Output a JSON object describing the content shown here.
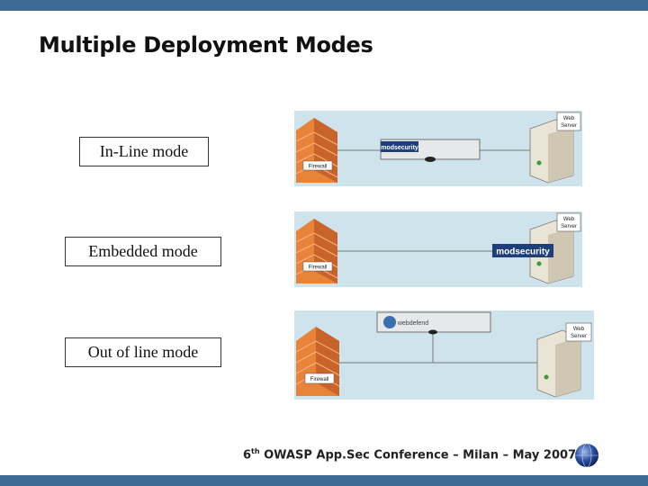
{
  "slide": {
    "title": "Multiple Deployment Modes",
    "footer": {
      "number": "6",
      "suffix": "th",
      "text": " OWASP App.Sec Conference – Milan – May 2007"
    }
  },
  "modes": [
    {
      "label": "In-Line mode",
      "firewall_label": "Firewall",
      "server_label_1": "Web",
      "server_label_2": "Server",
      "appliance_label": "modsecurity"
    },
    {
      "label": "Embedded mode",
      "firewall_label": "Firewall",
      "server_label_1": "Web",
      "server_label_2": "Server",
      "embedded_label": "modsecurity"
    },
    {
      "label": "Out of line mode",
      "firewall_label": "Firewall",
      "server_label_1": "Web",
      "server_label_2": "Server",
      "appliance_label": "webdefend"
    }
  ],
  "colors": {
    "bar": "#3e6b96",
    "diagram_bg": "#cfe3ec",
    "firewall": "#e8833a",
    "modsecurity_bg": "#1f3f7a"
  }
}
